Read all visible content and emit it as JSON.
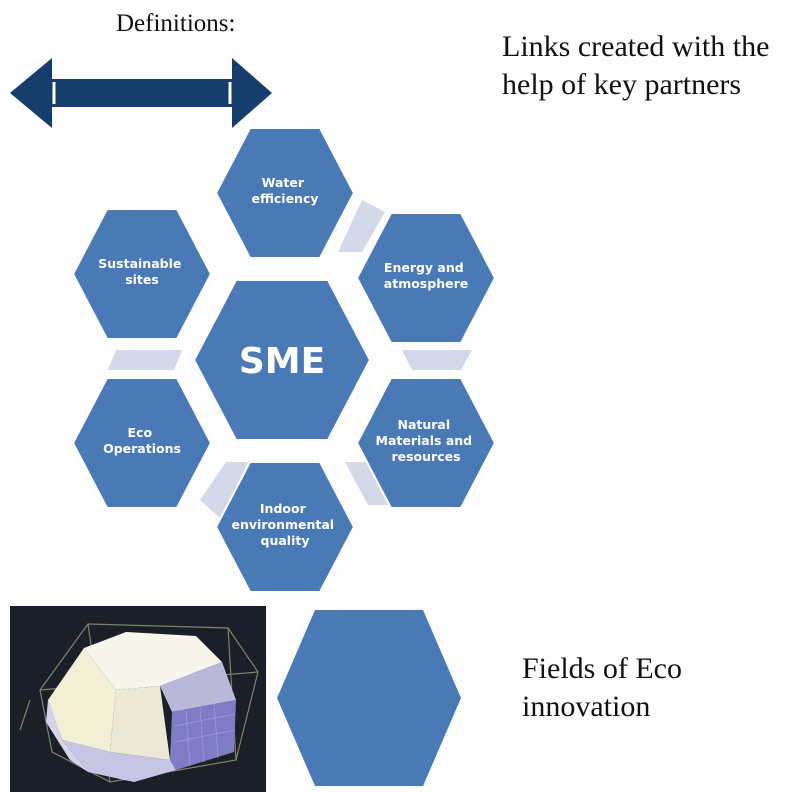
{
  "header": {
    "definitions_label": "Definitions:",
    "links_text": "Links created with the help of key partners"
  },
  "center": {
    "label": "SME"
  },
  "fields": [
    {
      "lines": [
        "Water",
        "efficiency"
      ]
    },
    {
      "lines": [
        "Energy and",
        "atmosphere"
      ]
    },
    {
      "lines": [
        "Natural",
        "Materials and",
        "resources"
      ]
    },
    {
      "lines": [
        "Indoor",
        "environmental",
        "quality"
      ]
    },
    {
      "lines": [
        "Eco",
        "Operations"
      ]
    },
    {
      "lines": [
        "Sustainable",
        "sites"
      ]
    }
  ],
  "legend": {
    "fields_text": "Fields of Eco innovation"
  },
  "colors": {
    "hex_fill": "#4a7ab5",
    "hex_stroke": "#ffffff",
    "connector": "#d3d9e8",
    "arrow": "#153e6d",
    "photo_bg": "#1b1f27"
  }
}
